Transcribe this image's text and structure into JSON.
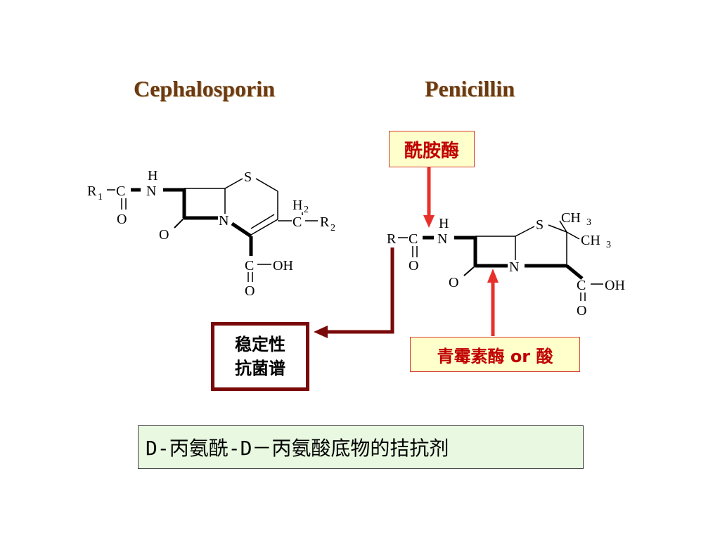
{
  "titles": {
    "cephalosporin": "Cephalosporin",
    "penicillin": "Penicillin"
  },
  "labels": {
    "acylase": "酰胺酶",
    "stability_line1": "稳定性",
    "stability_line2": "抗菌谱",
    "penicillinase": "青霉素酶 or 酸",
    "d_ala_antagonist": "D-丙氨酰-D－丙氨酸底物的拮抗剂"
  },
  "cephalosporin_structure": {
    "S": "S",
    "N_amide": "N",
    "H_amide": "H",
    "R1": "R",
    "R1_sub": "1",
    "C_acyl": "C",
    "O_acyl": "O",
    "O_lactam": "O",
    "N_ring": "N",
    "H2": "H",
    "H2_sub": "2",
    "C_side": "C",
    "R2": "R",
    "R2_sub": "2",
    "C_carboxyl": "C",
    "OH": "OH",
    "O_carboxyl": "O"
  },
  "penicillin_structure": {
    "R": "R",
    "C_acyl": "C",
    "O_acyl": "O",
    "H_amide": "H",
    "N_amide": "N",
    "S": "S",
    "CH3_a": "CH",
    "CH3_a_sub": "3",
    "CH3_b": "CH",
    "CH3_b_sub": "3",
    "O_lactam": "O",
    "N_ring": "N",
    "C_carboxyl": "C",
    "OH": "OH",
    "O_carboxyl": "O"
  },
  "colors": {
    "title": "#6b3a12",
    "red_arrow": "#e8302a",
    "dark_red": "#7a0a0a",
    "label_text": "#c00000",
    "yellow_box": "#ffffcc",
    "green_box": "#e9f8e1"
  }
}
